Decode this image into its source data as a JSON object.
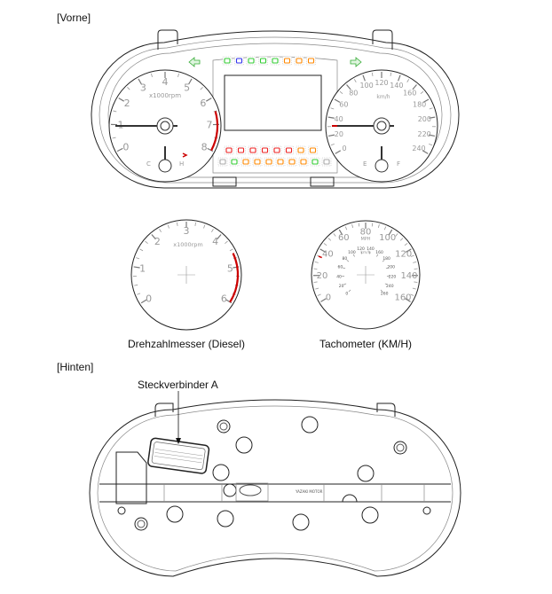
{
  "sections": {
    "front": "[Vorne]",
    "rear": "[Hinten]"
  },
  "callouts": {
    "connector_a": "Steckverbinder A"
  },
  "captions": {
    "diesel_tach": "Drehzahlmesser (Diesel)",
    "speedometer_kmh": "Tachometer (KM/H)"
  },
  "front_cluster": {
    "tachometer": {
      "unit": "x1000rpm",
      "labels": [
        "0",
        "1",
        "2",
        "3",
        "4",
        "5",
        "6",
        "7",
        "8"
      ],
      "redline_from": 6.5,
      "redline_to": 8
    },
    "speedometer": {
      "unit": "km/h",
      "labels": [
        "0",
        "20",
        "40",
        "60",
        "80",
        "100",
        "120",
        "140",
        "160",
        "180",
        "200",
        "220",
        "240"
      ]
    },
    "temp_gauge": {
      "low": "C",
      "high": "H"
    },
    "fuel_gauge": {
      "low": "E",
      "high": "F"
    },
    "top_indicators": [
      {
        "icon": "auto-headlight-icon",
        "color": "#33cc33"
      },
      {
        "icon": "high-beam-icon",
        "color": "#3333ee"
      },
      {
        "icon": "low-beam-icon",
        "color": "#33cc33"
      },
      {
        "icon": "position-light-icon",
        "color": "#33cc33"
      },
      {
        "icon": "front-fog-icon",
        "color": "#33cc33"
      },
      {
        "icon": "rear-fog-icon",
        "color": "#ff8800"
      },
      {
        "icon": "warning-triangle-icon",
        "color": "#ff8800"
      },
      {
        "icon": "low-washer-icon",
        "color": "#ff8800"
      }
    ],
    "bottom_indicators_row1": [
      {
        "icon": "airbag-icon",
        "color": "#ee2222"
      },
      {
        "icon": "battery-icon",
        "color": "#ee2222"
      },
      {
        "icon": "oil-pressure-icon",
        "color": "#ee2222"
      },
      {
        "icon": "brake-icon",
        "color": "#ee2222"
      },
      {
        "icon": "seatbelt-icon",
        "color": "#ee2222"
      },
      {
        "icon": "passenger-seatbelt-icon",
        "color": "#ee2222"
      },
      {
        "icon": "door-open-icon",
        "color": "#ff8800"
      },
      {
        "icon": "trunk-open-icon",
        "color": "#ff8800"
      }
    ],
    "bottom_indicators_row2": [
      {
        "icon": "blank-icon",
        "color": "#aaaaaa"
      },
      {
        "icon": "steering-icon",
        "color": "#33cc33"
      },
      {
        "icon": "tpms-icon",
        "color": "#ff8800"
      },
      {
        "icon": "abs-icon",
        "color": "#ff8800"
      },
      {
        "icon": "engine-check-icon",
        "color": "#ff8800"
      },
      {
        "icon": "immobilizer-icon",
        "color": "#ff8800"
      },
      {
        "icon": "epb-icon",
        "color": "#ff8800"
      },
      {
        "icon": "esc-off-icon",
        "color": "#ff8800"
      },
      {
        "icon": "esc-icon",
        "color": "#33cc33"
      },
      {
        "icon": "blank-icon",
        "color": "#aaaaaa"
      }
    ],
    "tach_indicators": [
      {
        "icon": "low-fuel-icon",
        "color": "#ff8800"
      },
      {
        "icon": "cruise-icon",
        "color": "#33cc33"
      },
      {
        "icon": "eco-icon",
        "color": "#33cc33"
      },
      {
        "icon": "sport-icon",
        "color": "#ff8800"
      },
      {
        "icon": "glow-plug-icon",
        "color": "#ff8800"
      }
    ]
  },
  "diesel_tachometer": {
    "unit": "x1000rpm",
    "labels": [
      "0",
      "1",
      "2",
      "3",
      "4",
      "5",
      "6"
    ],
    "redline_from": 4.6,
    "redline_to": 6
  },
  "kmh_speedometer": {
    "outer_unit": "MPH",
    "outer_labels": [
      "0",
      "20",
      "40",
      "60",
      "80",
      "100",
      "120",
      "140",
      "160"
    ],
    "inner_unit": "km/h",
    "inner_labels": [
      "0",
      "20",
      "40",
      "60",
      "80",
      "100",
      "120",
      "140",
      "160",
      "180",
      "200",
      "220",
      "240",
      "260"
    ]
  },
  "rear_cluster": {
    "brand_text": "YAZAKI MOTOR"
  }
}
